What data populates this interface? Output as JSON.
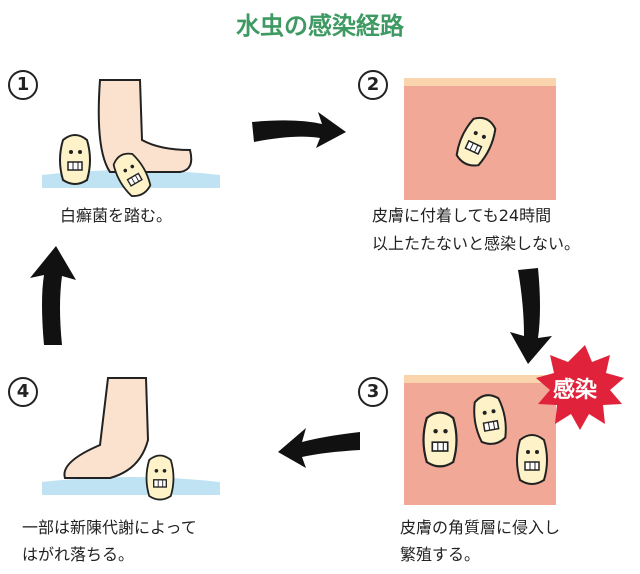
{
  "title": "水虫の感染経路",
  "badge": "感染",
  "colors": {
    "title": "#3e9a62",
    "skin": "#f2a896",
    "skin_top": "#f9d4ad",
    "badge": "#e0233a",
    "mat": "#bfe3f2"
  },
  "steps": [
    {
      "number": "1",
      "lines": [
        "白癬菌を踏む。"
      ]
    },
    {
      "number": "2",
      "lines": [
        "皮膚に付着しても24時間",
        "以上たたないと感染しない。"
      ]
    },
    {
      "number": "3",
      "lines": [
        "皮膚の角質層に侵入し",
        "繁殖する。"
      ]
    },
    {
      "number": "4",
      "lines": [
        "一部は新陳代謝によって",
        "はがれ落ちる。"
      ]
    }
  ]
}
